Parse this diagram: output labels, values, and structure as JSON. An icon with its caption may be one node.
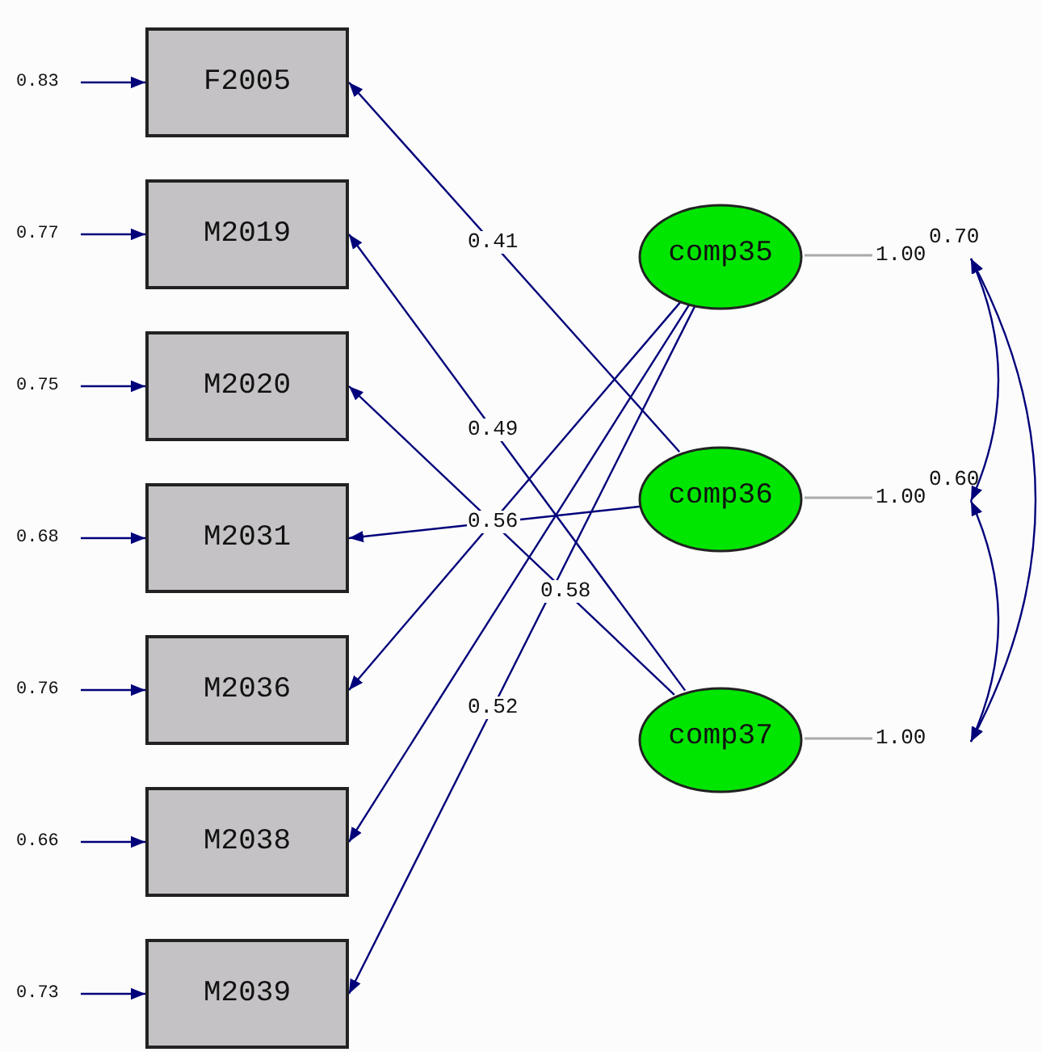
{
  "diagram": {
    "nodes": [
      {
        "text": [
          "F2005"
        ]
      },
      {
        "text": [
          "M2019"
        ]
      },
      {
        "text": [
          "M2020"
        ]
      },
      {
        "text": [
          "M2031"
        ]
      },
      {
        "text": [
          "M2036"
        ]
      },
      {
        "text": [
          "M2038"
        ]
      },
      {
        "text": [
          "M2039"
        ]
      },
      {
        "text": [
          "comp35"
        ],
        "beside": [
          "1.00"
        ]
      },
      {
        "text": [
          "comp36"
        ],
        "beside": [
          "1.00"
        ]
      },
      {
        "text": [
          "comp37"
        ],
        "beside": [
          "1.00"
        ]
      },
      {
        "text": [
          "0.83"
        ]
      },
      {
        "text": [
          "0.77"
        ]
      },
      {
        "text": [
          "0.75"
        ]
      },
      {
        "text": [
          "0.68"
        ]
      },
      {
        "text": [
          "0.76"
        ]
      },
      {
        "text": [
          "0.66"
        ]
      },
      {
        "text": [
          "0.73"
        ]
      }
    ],
    "edges": [
      {
        "from": 8,
        "to": 0,
        "arrow": "to",
        "label": "0.41"
      },
      {
        "from": 9,
        "to": 1,
        "arrow": "to",
        "label": "0.49"
      },
      {
        "from": 9,
        "to": 2,
        "arrow": "to",
        "label": "0.58"
      },
      {
        "from": 8,
        "to": 3,
        "arrow": "to",
        "label": "0.56"
      },
      {
        "from": 7,
        "to": 4,
        "arrow": "to"
      },
      {
        "from": 7,
        "to": 5,
        "arrow": "to"
      },
      {
        "from": 7,
        "to": 6,
        "arrow": "to",
        "label": "0.52"
      },
      {
        "from": 10,
        "to": 0,
        "arrow": "to"
      },
      {
        "from": 11,
        "to": 1,
        "arrow": "to"
      },
      {
        "from": 12,
        "to": 2,
        "arrow": "to"
      },
      {
        "from": 13,
        "to": 3,
        "arrow": "to"
      },
      {
        "from": 14,
        "to": 4,
        "arrow": "to"
      },
      {
        "from": 15,
        "to": 5,
        "arrow": "to"
      },
      {
        "from": 16,
        "to": 6,
        "arrow": "to"
      },
      {
        "from": 7,
        "to": 8,
        "arrow": "both"
      },
      {
        "from": 8,
        "to": 9,
        "arrow": "both"
      },
      {
        "from": 7,
        "to": 9,
        "arrow": "both"
      }
    ],
    "labels": [
      "0.70",
      "0.60"
    ]
  }
}
